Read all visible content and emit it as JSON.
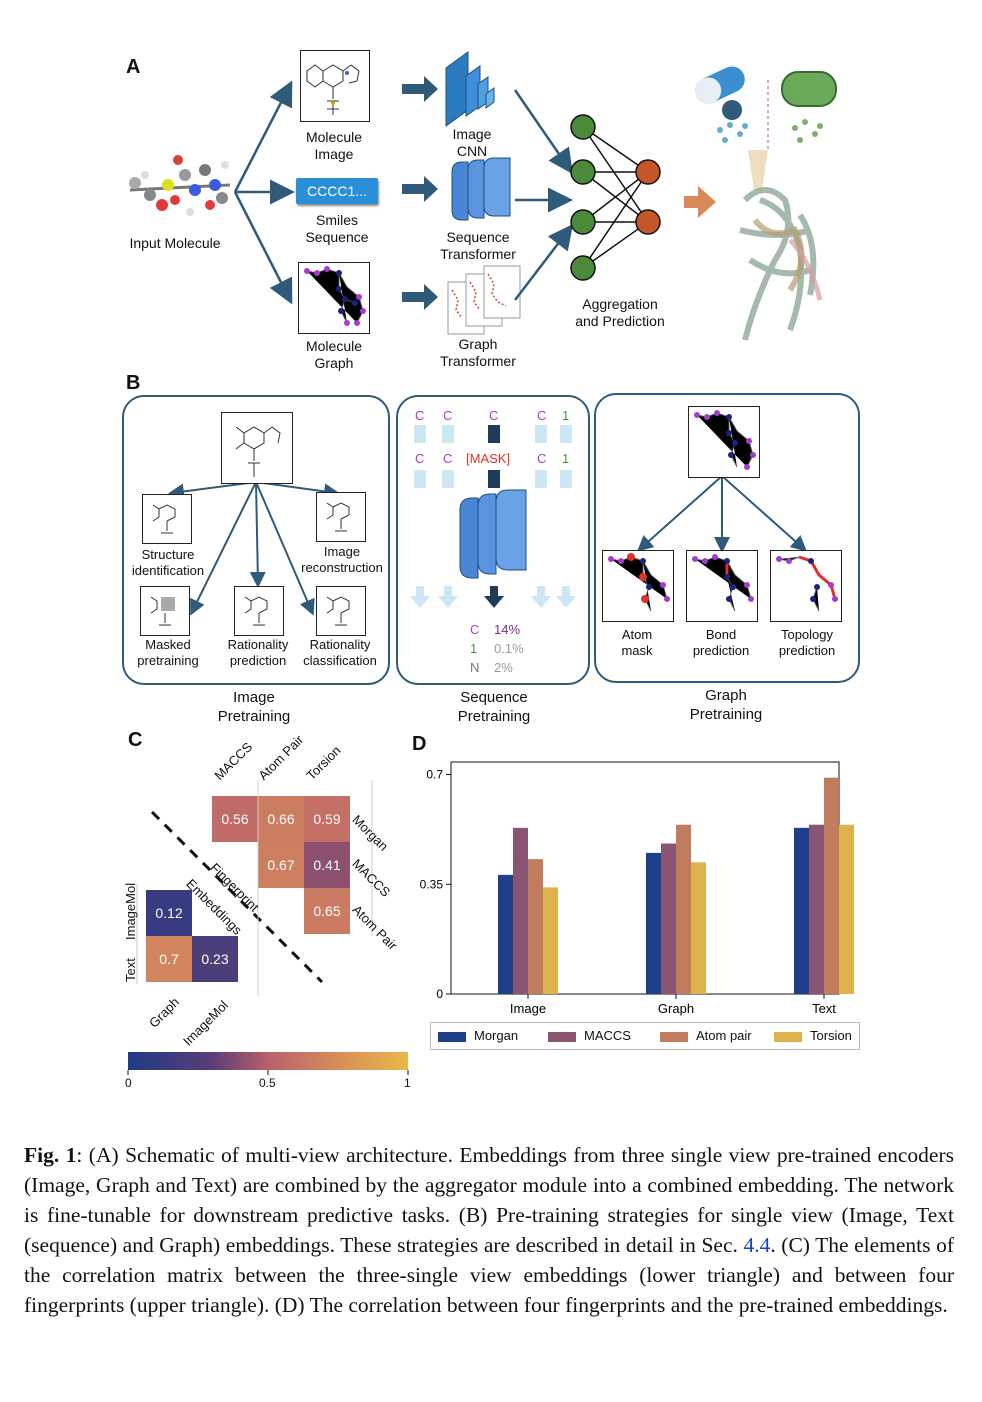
{
  "panelA": {
    "label": "A",
    "input_label": "Input Molecule",
    "molecule_image_label": [
      "Molecule",
      "Image"
    ],
    "smiles_box": "CCCC1...",
    "smiles_label": [
      "Smiles",
      "Sequence"
    ],
    "molecule_graph_label": [
      "Molecule",
      "Graph"
    ],
    "image_cnn_label": [
      "Image",
      "CNN"
    ],
    "seq_transformer_label": [
      "Sequence",
      "Transformer"
    ],
    "graph_transformer_label": [
      "Graph",
      "Transformer"
    ],
    "aggregation_label": [
      "Aggregation",
      "and Prediction"
    ]
  },
  "panelB": {
    "label": "B",
    "image_tasks": {
      "structure": [
        "Structure",
        "identification"
      ],
      "reconstruction": [
        "Image",
        "reconstruction"
      ],
      "masked": [
        "Masked",
        "pretraining"
      ],
      "rationality_pred": [
        "Rationality",
        "prediction"
      ],
      "rationality_cls": [
        "Rationality",
        "classification"
      ]
    },
    "image_title": [
      "Image",
      "Pretraining"
    ],
    "seq_tokens_top": [
      "C",
      "C",
      "C",
      "C",
      "1"
    ],
    "seq_tokens_mid": [
      "C",
      "C",
      "[MASK]",
      "C",
      "1"
    ],
    "seq_probs": [
      {
        "token": "C",
        "pct": "14%"
      },
      {
        "token": "1",
        "pct": "0.1%"
      },
      {
        "token": "N",
        "pct": "2%"
      }
    ],
    "seq_title": [
      "Sequence",
      "Pretraining"
    ],
    "graph_tasks": {
      "atom": [
        "Atom",
        "mask"
      ],
      "bond": [
        "Bond",
        "prediction"
      ],
      "topology": [
        "Topology",
        "prediction"
      ]
    },
    "graph_title": [
      "Graph",
      "Pretraining"
    ]
  },
  "panelC": {
    "label": "C",
    "upper_cols": [
      "MACCS",
      "Atom Pair",
      "Torsion"
    ],
    "upper_rows": [
      "Morgan",
      "MACCS",
      "Atom Pair"
    ],
    "upper_values": [
      [
        "0.56",
        "0.66",
        "0.59"
      ],
      [
        "",
        "0.67",
        "0.41"
      ],
      [
        "",
        "",
        "0.65"
      ]
    ],
    "lower_rows": [
      "ImageMol",
      "Text"
    ],
    "lower_cols": [
      "Graph",
      "ImageMol"
    ],
    "lower_values": [
      [
        "0.12",
        ""
      ],
      [
        "0.7",
        "0.23"
      ]
    ],
    "diag_label_fp": "Fingerprint",
    "diag_label_emb": "Embeddings",
    "colorbar_ticks": [
      "0",
      "0.5",
      "1"
    ],
    "colors": {
      "low": "#1f3b86",
      "mid": "#c06a6a",
      "high": "#e8b84a"
    }
  },
  "panelD": {
    "label": "D",
    "chart_data": {
      "type": "bar",
      "categories": [
        "Image",
        "Graph",
        "Text"
      ],
      "series": [
        {
          "name": "Morgan",
          "values": [
            0.38,
            0.45,
            0.53
          ],
          "color": "#1e3f8a"
        },
        {
          "name": "MACCS",
          "values": [
            0.53,
            0.48,
            0.54
          ],
          "color": "#8a5573"
        },
        {
          "name": "Atom pair",
          "values": [
            0.43,
            0.54,
            0.69
          ],
          "color": "#c07c5c"
        },
        {
          "name": "Torsion",
          "values": [
            0.34,
            0.42,
            0.54
          ],
          "color": "#ddb24c"
        }
      ],
      "ylim": [
        0,
        0.74
      ],
      "yticks": [
        "0",
        "0.35",
        "0.7"
      ],
      "legend": "bottom"
    }
  },
  "caption": {
    "fig": "Fig. 1",
    "text_before_ref": ": (A) Schematic of multi-view architecture. Embeddings from three single view pre-trained encoders (Image, Graph and Text) are combined by the aggregator module into a combined embedding. The network is fine-tunable for downstream predictive tasks. (B) Pre-training strategies for single view (Image, Text (sequence) and Graph) embeddings. These strategies are described in detail in Sec. ",
    "ref": "4.4",
    "text_after_ref": ". (C) The elements of the correlation matrix between the three-single view embeddings (lower triangle) and between four fingerprints (upper triangle). (D) The correlation between four fingerprints and the pre-trained embeddings."
  }
}
